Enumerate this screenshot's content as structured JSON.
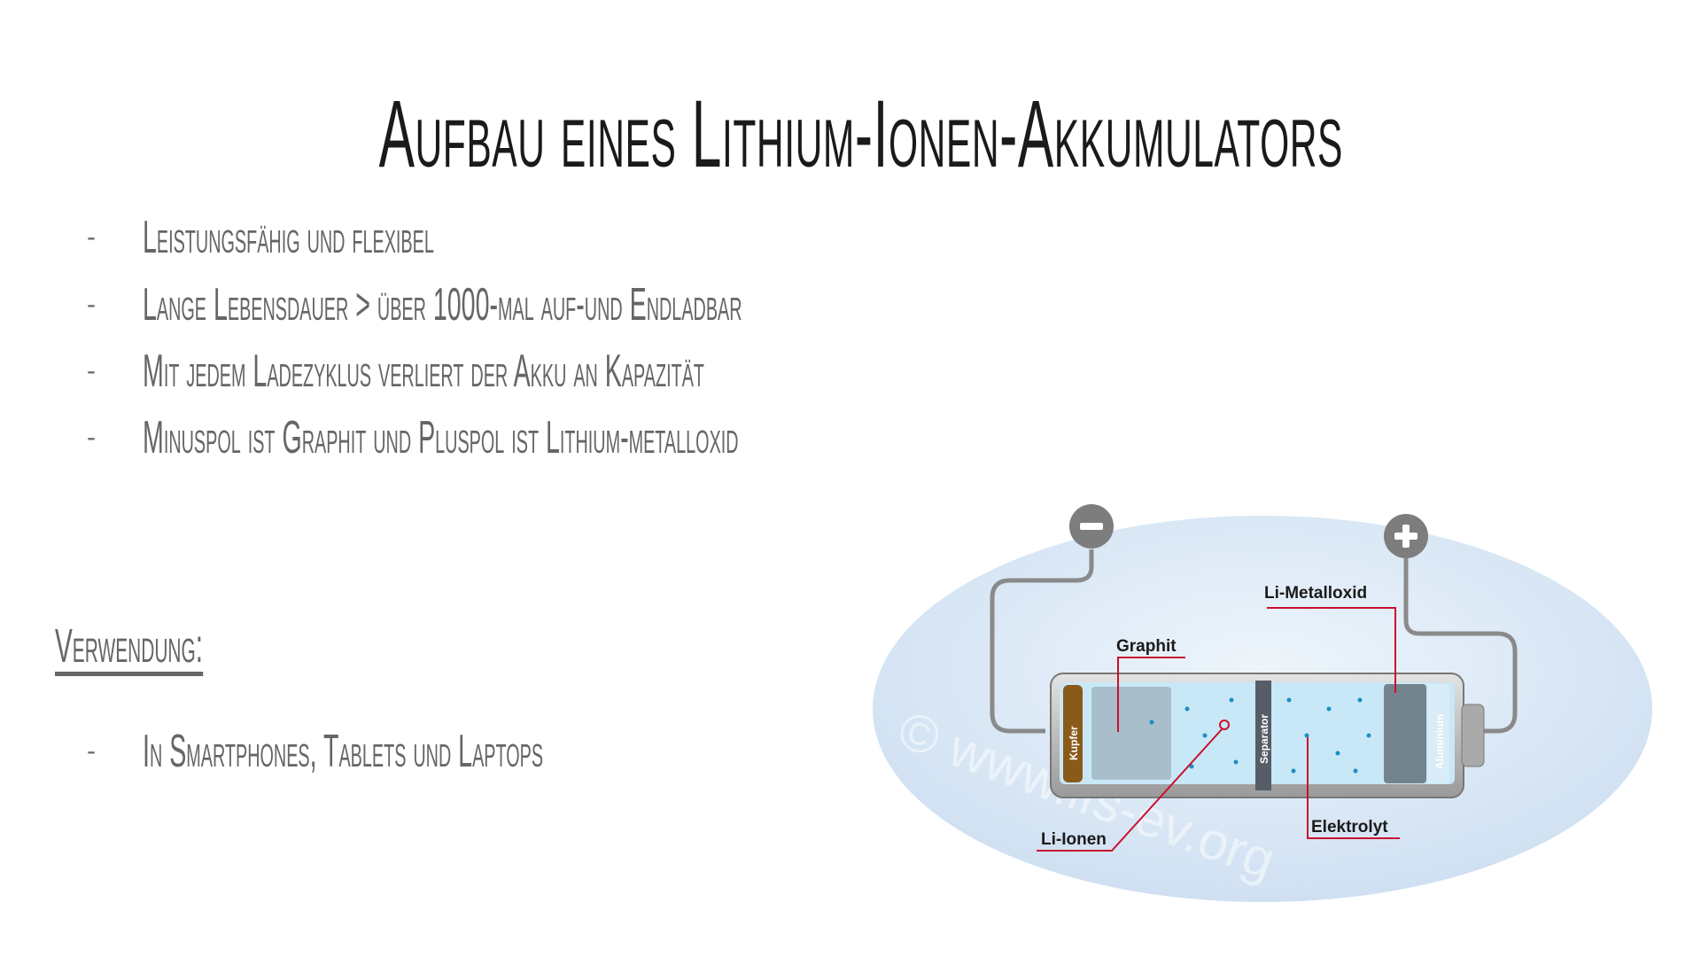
{
  "title": "Aufbau eines Lithium-Ionen-Akkumulators",
  "bullets": [
    "Leistungsfähig und flexibel",
    "Lange Lebensdauer > über 1000-mal auf-und Endladbar",
    "Mit jedem Ladezyklus verliert der Akku an Kapazität",
    "Minuspol ist Graphit und Pluspol ist Lithium-metalloxid"
  ],
  "bullet_marker": "-",
  "usage": {
    "heading": "Verwendung:",
    "items": [
      "In Smartphones, Tablets und Laptops"
    ]
  },
  "diagram": {
    "labels": {
      "graphit": "Graphit",
      "li_metalloxid": "Li-Metalloxid",
      "li_ionen": "Li-Ionen",
      "elektrolyt": "Elektrolyt",
      "kupfer": "Kupfer",
      "separator": "Separator",
      "aluminium": "Aluminium"
    },
    "terminals": {
      "negative": "−",
      "positive": "+"
    },
    "watermark": "© www.ifs-ev.org",
    "colors": {
      "leader_line": "#c8102e",
      "ion": "#1a8fc4",
      "electrolyte": "#c9e8f7",
      "copper": "#8a5a1a"
    }
  }
}
